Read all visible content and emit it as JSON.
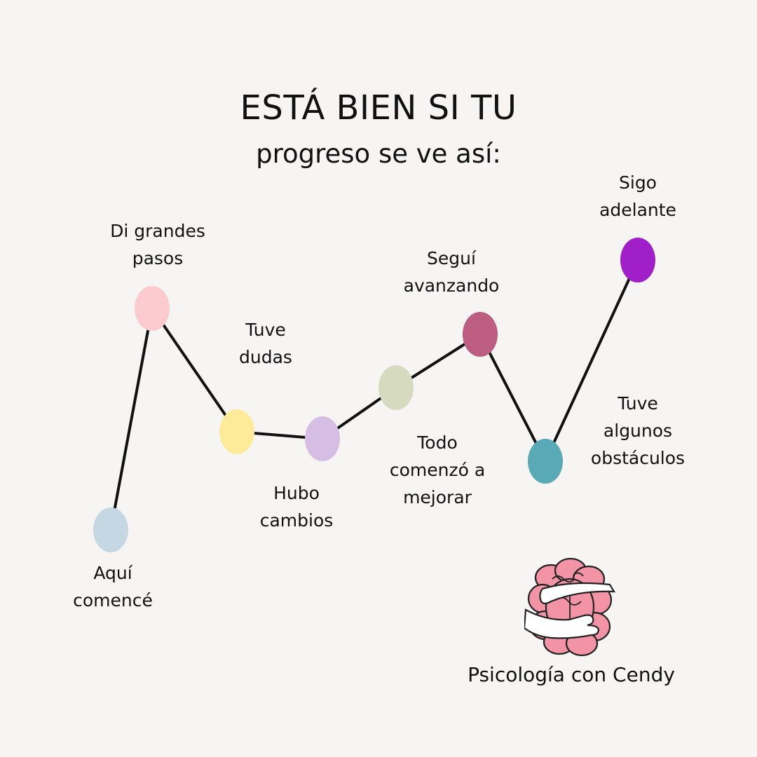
{
  "header": {
    "title": "ESTÁ BIEN SI TU",
    "subtitle": "progreso se ve así:"
  },
  "steps": [
    {
      "lines": [
        "Aquí",
        "comencé"
      ],
      "color": "#c5d7e2"
    },
    {
      "lines": [
        "Di grandes",
        "pasos"
      ],
      "color": "#fccbcf"
    },
    {
      "lines": [
        "Tuve",
        "dudas"
      ],
      "color": "#fdeb99"
    },
    {
      "lines": [
        "Hubo",
        "cambios"
      ],
      "color": "#d6bde3"
    },
    {
      "lines": [
        "Todo",
        "comenzó a",
        "mejorar"
      ],
      "color": "#d6dbbf"
    },
    {
      "lines": [
        "Seguí",
        "avanzando"
      ],
      "color": "#bd5e81"
    },
    {
      "lines": [
        "Tuve",
        "algunos",
        "obstáculos"
      ],
      "color": "#5aa9b6"
    },
    {
      "lines": [
        "Sigo",
        "adelante"
      ],
      "color": "#a11fc9"
    }
  ],
  "brand": {
    "name": "Psicología con Cendy",
    "logo_icon": "brain-hug-icon",
    "logo_color": "#f293a6"
  },
  "colors": {
    "background": "#f7f5f4",
    "line": "#111111"
  }
}
